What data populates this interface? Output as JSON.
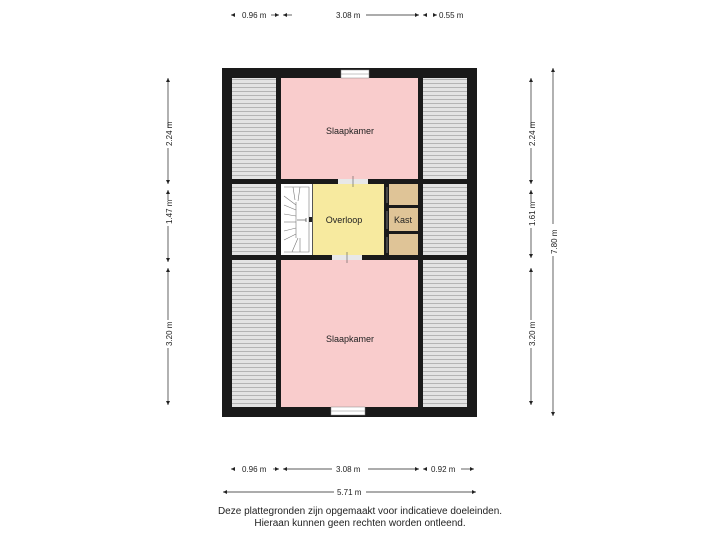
{
  "rooms": {
    "bedroom_top": "Slaapkamer",
    "landing": "Overloop",
    "closet": "Kast",
    "bedroom_bottom": "Slaapkamer"
  },
  "dimensions": {
    "top": [
      "0.96 m",
      "3.08 m",
      "0.55 m"
    ],
    "bottom": [
      "0.96 m",
      "3.08 m",
      "0.92 m"
    ],
    "total_width": "5.71 m",
    "left": [
      "2.24 m",
      "1.47 m",
      "3.20 m"
    ],
    "right": [
      "2.24 m",
      "1.61 m",
      "3.20 m"
    ],
    "total_height": "7.80 m"
  },
  "disclaimer": {
    "line1": "Deze plattegronden zijn opgemaakt voor indicatieve doeleinden.",
    "line2": "Hieraan kunnen geen rechten worden ontleend."
  },
  "colors": {
    "wall": "#1a1a1a",
    "bedroom": "#f9cccc",
    "landing": "#f7ea9f",
    "closet": "#dfc497",
    "roof_slope": "#e2e2e2"
  }
}
